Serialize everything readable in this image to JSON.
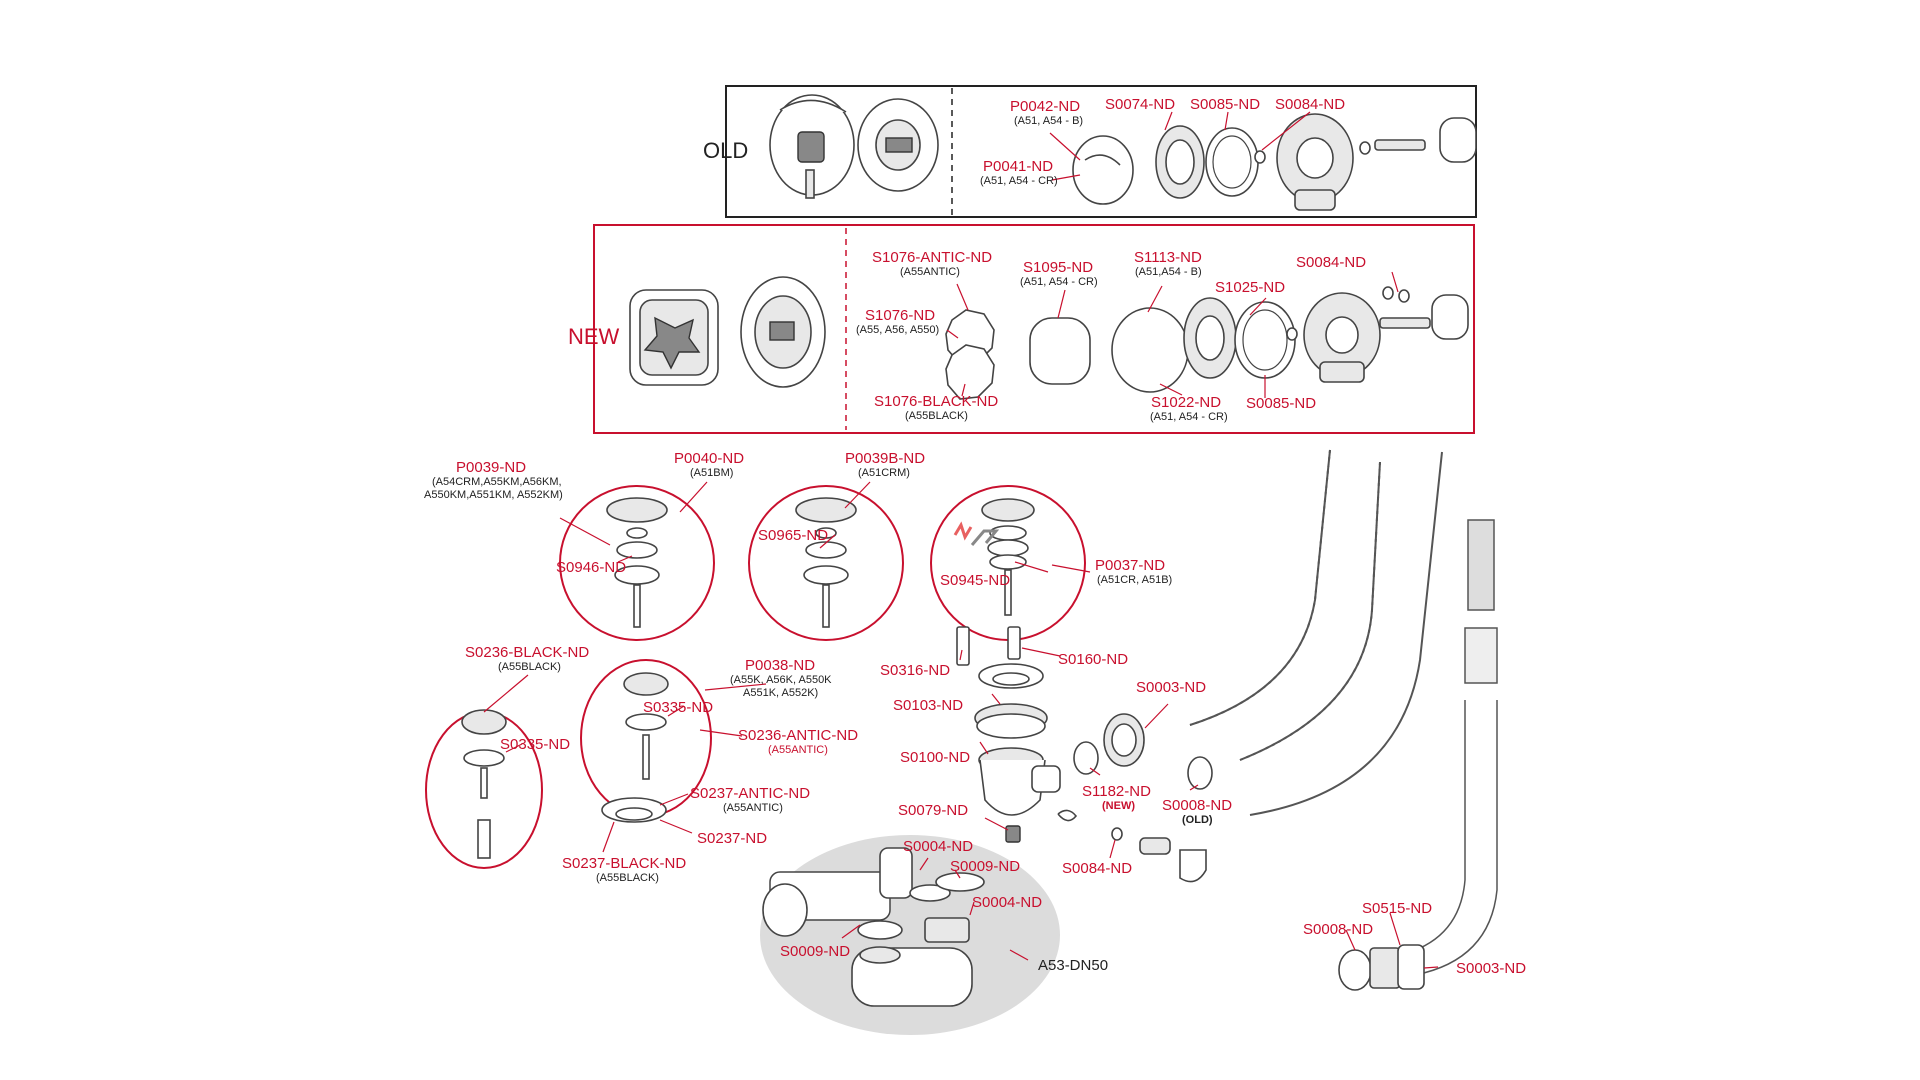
{
  "sections": {
    "old": "OLD",
    "new": "NEW"
  },
  "assembly_label": "A53-DN50",
  "labels": [
    {
      "id": "p0042",
      "code": "P0042-ND",
      "sub": "(A51, A54 - B)"
    },
    {
      "id": "s0074",
      "code": "S0074-ND",
      "sub": ""
    },
    {
      "id": "s0085a",
      "code": "S0085-ND",
      "sub": ""
    },
    {
      "id": "s0084a",
      "code": "S0084-ND",
      "sub": ""
    },
    {
      "id": "p0041",
      "code": "P0041-ND",
      "sub": "(A51, A54 - CR)"
    },
    {
      "id": "s1076antic",
      "code": "S1076-ANTIC-ND",
      "sub": "(A55ANTIC)"
    },
    {
      "id": "s1095",
      "code": "S1095-ND",
      "sub": "(A51, A54 - CR)"
    },
    {
      "id": "s1113",
      "code": "S1113-ND",
      "sub": "(A51,A54 - B)"
    },
    {
      "id": "s0084b",
      "code": "S0084-ND",
      "sub": ""
    },
    {
      "id": "s1025",
      "code": "S1025-ND",
      "sub": ""
    },
    {
      "id": "s1076",
      "code": "S1076-ND",
      "sub": "(A55, A56, A550)"
    },
    {
      "id": "s1076black",
      "code": "S1076-BLACK-ND",
      "sub": "(A55BLACK)"
    },
    {
      "id": "s1022",
      "code": "S1022-ND",
      "sub": "(A51, A54 - CR)"
    },
    {
      "id": "s0085b",
      "code": "S0085-ND",
      "sub": ""
    },
    {
      "id": "p0039",
      "code": "P0039-ND",
      "sub": "(A54CRM,A55KM,A56KM,",
      "sub2": "A550KM,A551KM, A552KM)"
    },
    {
      "id": "p0040",
      "code": "P0040-ND",
      "sub": "(A51BM)"
    },
    {
      "id": "p0039b",
      "code": "P0039B-ND",
      "sub": "(A51CRM)"
    },
    {
      "id": "s0946",
      "code": "S0946-ND",
      "sub": ""
    },
    {
      "id": "s0965",
      "code": "S0965-ND",
      "sub": ""
    },
    {
      "id": "s0945",
      "code": "S0945-ND",
      "sub": ""
    },
    {
      "id": "p0037",
      "code": "P0037-ND",
      "sub": "(A51CR, A51B)"
    },
    {
      "id": "s0316",
      "code": "S0316-ND",
      "sub": ""
    },
    {
      "id": "s0160",
      "code": "S0160-ND",
      "sub": ""
    },
    {
      "id": "s0103",
      "code": "S0103-ND",
      "sub": ""
    },
    {
      "id": "s0003a",
      "code": "S0003-ND",
      "sub": ""
    },
    {
      "id": "s0100",
      "code": "S0100-ND",
      "sub": ""
    },
    {
      "id": "s1182",
      "code": "S1182-ND",
      "sub": "(NEW)"
    },
    {
      "id": "s0008a",
      "code": "S0008-ND",
      "sub": "(OLD)"
    },
    {
      "id": "s0079",
      "code": "S0079-ND",
      "sub": ""
    },
    {
      "id": "s0084c",
      "code": "S0084-ND",
      "sub": ""
    },
    {
      "id": "s0236black",
      "code": "S0236-BLACK-ND",
      "sub": "(A55BLACK)"
    },
    {
      "id": "p0038",
      "code": "P0038-ND",
      "sub": "(A55K, A56K, A550K",
      "sub2": "A551K, A552K)"
    },
    {
      "id": "s0335a",
      "code": "S0335-ND",
      "sub": ""
    },
    {
      "id": "s0335b",
      "code": "S0335-ND",
      "sub": ""
    },
    {
      "id": "s0236antic",
      "code": "S0236-ANTIC-ND",
      "sub": "(A55ANTIC)"
    },
    {
      "id": "s0237antic",
      "code": "S0237-ANTIC-ND",
      "sub": "(A55ANTIC)"
    },
    {
      "id": "s0237",
      "code": "S0237-ND",
      "sub": ""
    },
    {
      "id": "s0237black",
      "code": "S0237-BLACK-ND",
      "sub": "(A55BLACK)"
    },
    {
      "id": "s0004a",
      "code": "S0004-ND",
      "sub": ""
    },
    {
      "id": "s0009a",
      "code": "S0009-ND",
      "sub": ""
    },
    {
      "id": "s0004b",
      "code": "S0004-ND",
      "sub": ""
    },
    {
      "id": "s0009b",
      "code": "S0009-ND",
      "sub": ""
    },
    {
      "id": "s0515",
      "code": "S0515-ND",
      "sub": ""
    },
    {
      "id": "s0008b",
      "code": "S0008-ND",
      "sub": ""
    },
    {
      "id": "s0003b",
      "code": "S0003-ND",
      "sub": ""
    }
  ]
}
